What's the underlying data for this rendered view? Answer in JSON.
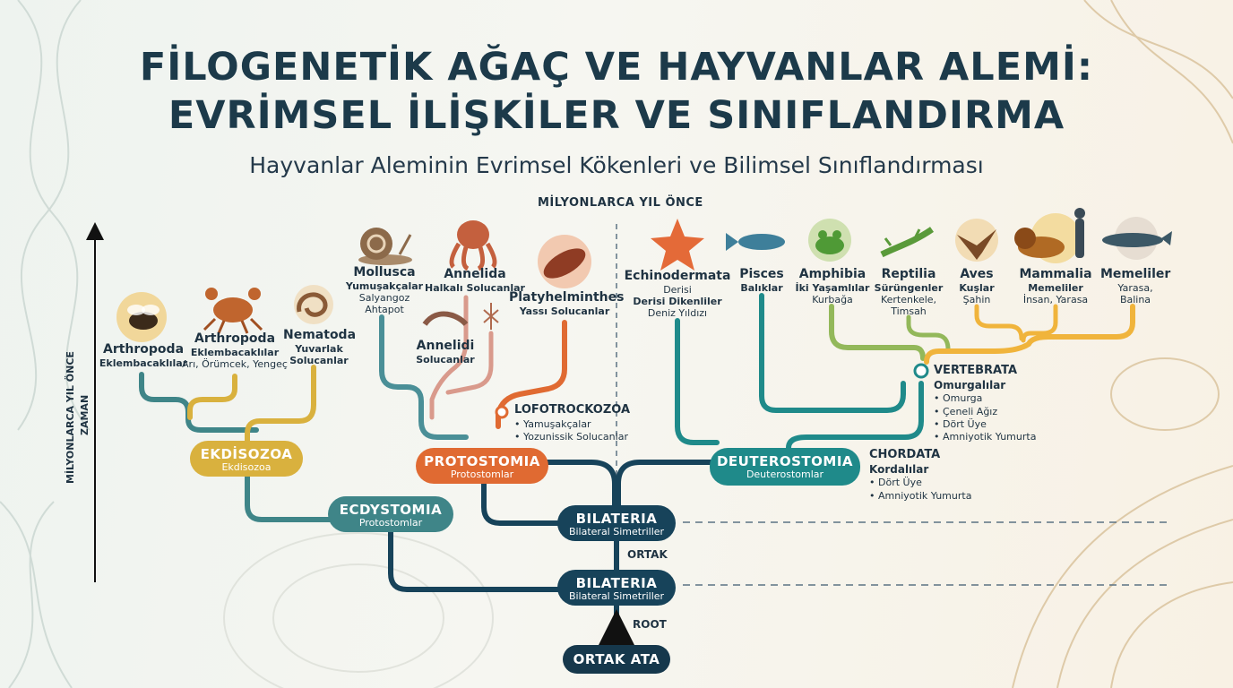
{
  "title_line1": "FİLOGENETİK AĞAÇ VE HAYVANLAR ALEMİ:",
  "title_line2": "EVRİMSEL İLİŞKİLER VE SINIFLANDIRMA",
  "subtitle": "Hayvanlar Aleminin Evrimsel Kökenleri ve Bilimsel Sınıflandırması",
  "time_axis_top": "MİLYONLARCA YIL ÖNCE",
  "time_axis_side_1": "MİLYONLARCA YIL ÖNCE",
  "time_axis_side_2": "ZAMAN",
  "taxa": {
    "arthropoda1": {
      "name": "Arthropoda",
      "sub": "Eklembacaklılar"
    },
    "arthropoda2": {
      "name": "Arthropoda",
      "sub": "Eklembacaklılar",
      "ex": "Arı, Örümcek, Yengeç"
    },
    "nematoda": {
      "name": "Nematoda",
      "sub": "Yuvarlak",
      "sub2": "Solucanlar"
    },
    "mollusca": {
      "name": "Mollusca",
      "sub": "Yumuşakçalar",
      "ex": "Salyangoz",
      "ex2": "Ahtapot"
    },
    "annelida": {
      "name": "Annelida",
      "sub": "Halkalı Solucanlar"
    },
    "annelidi": {
      "name": "Annelidi",
      "sub": "Solucanlar"
    },
    "platyhelminthes": {
      "name": "Platyhelminthes",
      "sub": "Yassı Solucanlar"
    },
    "echinodermata": {
      "name": "Echinodermata",
      "ex": "Derisi",
      "sub": "Derisi Dikenliler",
      "ex2": "Deniz Yıldızı"
    },
    "pisces": {
      "name": "Pisces",
      "sub": "Balıklar"
    },
    "amphibia": {
      "name": "Amphibia",
      "sub": "İki Yaşamlılar",
      "ex": "Kurbağa"
    },
    "reptilia": {
      "name": "Reptilia",
      "sub": "Sürüngenler",
      "ex": "Kertenkele,",
      "ex2": "Timsah"
    },
    "aves": {
      "name": "Aves",
      "sub": "Kuşlar",
      "ex": "Şahin"
    },
    "mammalia": {
      "name": "Mammalia",
      "sub": "Memeliler",
      "ex": "İnsan, Yarasa"
    },
    "memeliler": {
      "name": "Memeliler",
      "ex": "Yarasa,",
      "ex2": "Balina"
    }
  },
  "nodes": {
    "ekdisozoa": {
      "title": "EKDİSOZOA",
      "sub": "Ekdisozoa"
    },
    "ecdystomia": {
      "title": "ECDYSTOMIA",
      "sub": "Protostomlar"
    },
    "protostomia": {
      "title": "PROTOSTOMIA",
      "sub": "Protostomlar"
    },
    "deuterostomia": {
      "title": "DEUTEROSTOMIA",
      "sub": "Deuterostomlar"
    },
    "bilateria_upper": {
      "title": "BILATERIA",
      "sub": "Bilateral Simetriller"
    },
    "bilateria_lower": {
      "title": "BILATERIA",
      "sub": "Bilateral Simetriller"
    },
    "ortak_ata": {
      "title": "ORTAK ATA"
    }
  },
  "info": {
    "lofotrockozoa": {
      "title": "LOFOTROCKOZOA",
      "items": [
        "Yamuşakçalar",
        "Yozunissik Solucanlar"
      ]
    },
    "vertebrata": {
      "title": "VERTEBRATA",
      "sub": "Omurgalılar",
      "items": [
        "Omurga",
        "Çeneli Ağız",
        "Dört Üye",
        "Amniyotik Yumurta"
      ]
    },
    "chordata": {
      "title": "CHORDATA",
      "sub": "Kordalılar",
      "items": [
        "Dört Üye",
        "Amniyotik Yumurta"
      ]
    }
  },
  "labels": {
    "ortak": "ORTAK",
    "root": "ROOT"
  },
  "colors": {
    "ekdisozoa": "#d9b13e",
    "ecdystomia": "#3f8588",
    "protostomia": "#e06a32",
    "deuterostomia": "#1f8a8a",
    "bilateria": "#17435a",
    "ortak_ata": "#16384c",
    "amphibia": "#93b85a",
    "aves": "#f0b43c",
    "teal": "#4a8f97",
    "pink": "#d99a8c"
  }
}
